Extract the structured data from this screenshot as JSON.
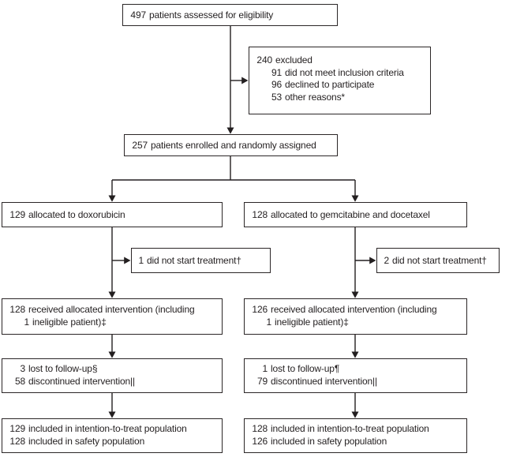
{
  "figure": {
    "type": "consort-flow-diagram",
    "background_color": "#ffffff",
    "line_color": "#231f20",
    "text_color": "#231f20",
    "box_border_color": "#2b2627"
  },
  "boxes": {
    "assessed": {
      "lines": [
        {
          "num": "497",
          "text": "patients assessed for eligibility"
        }
      ]
    },
    "excluded": {
      "lines": [
        {
          "num": "240",
          "text": "excluded"
        },
        {
          "num": "91",
          "text": "did not meet inclusion criteria"
        },
        {
          "num": "96",
          "text": "declined to participate"
        },
        {
          "num": "53",
          "text": "other reasons*"
        }
      ]
    },
    "enrolled": {
      "lines": [
        {
          "num": "257",
          "text": "patients enrolled and randomly assigned"
        }
      ]
    },
    "alloc_dox": {
      "lines": [
        {
          "num": "129",
          "text": "allocated to doxorubicin"
        }
      ]
    },
    "alloc_gem": {
      "lines": [
        {
          "num": "128",
          "text": "allocated to gemcitabine and docetaxel"
        }
      ]
    },
    "nostart_dox": {
      "lines": [
        {
          "num": "1",
          "text": "did not start treatment†"
        }
      ]
    },
    "nostart_gem": {
      "lines": [
        {
          "num": "2",
          "text": "did not start treatment†"
        }
      ]
    },
    "received_dox": {
      "lines": [
        {
          "num": "128",
          "text": "received allocated intervention (including"
        },
        {
          "num": "1",
          "text": "ineligible patient)‡"
        }
      ]
    },
    "received_gem": {
      "lines": [
        {
          "num": "126",
          "text": "received allocated intervention (including"
        },
        {
          "num": "1",
          "text": "ineligible patient)‡"
        }
      ]
    },
    "followup_dox": {
      "lines": [
        {
          "num": "3",
          "text": "lost to follow-up§"
        },
        {
          "num": "58",
          "text": "discontinued intervention||"
        }
      ]
    },
    "followup_gem": {
      "lines": [
        {
          "num": "1",
          "text": "lost to follow-up¶"
        },
        {
          "num": "79",
          "text": "discontinued intervention||"
        }
      ]
    },
    "analysis_dox": {
      "lines": [
        {
          "num": "129",
          "text": "included in intention-to-treat population"
        },
        {
          "num": "128",
          "text": "included in safety population"
        }
      ]
    },
    "analysis_gem": {
      "lines": [
        {
          "num": "128",
          "text": "included in intention-to-treat population"
        },
        {
          "num": "126",
          "text": "included in safety population"
        }
      ]
    }
  }
}
